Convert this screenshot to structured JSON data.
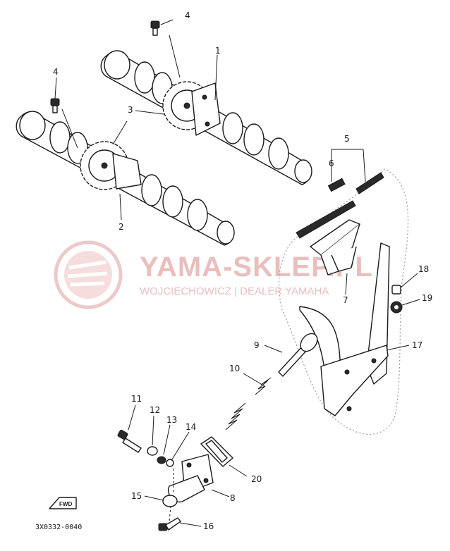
{
  "watermark": {
    "title": "YAMA-SKLEP.PL",
    "subtitle": "WOJCIECHOWICZ | DEALER YAMAHA"
  },
  "diagram_code": "3X0332-0040",
  "fwd_label": "FWD",
  "callouts": [
    "1",
    "2",
    "3",
    "4",
    "4",
    "5",
    "6",
    "7",
    "8",
    "9",
    "10",
    "11",
    "12",
    "13",
    "14",
    "15",
    "16",
    "17",
    "18",
    "19",
    "20"
  ]
}
